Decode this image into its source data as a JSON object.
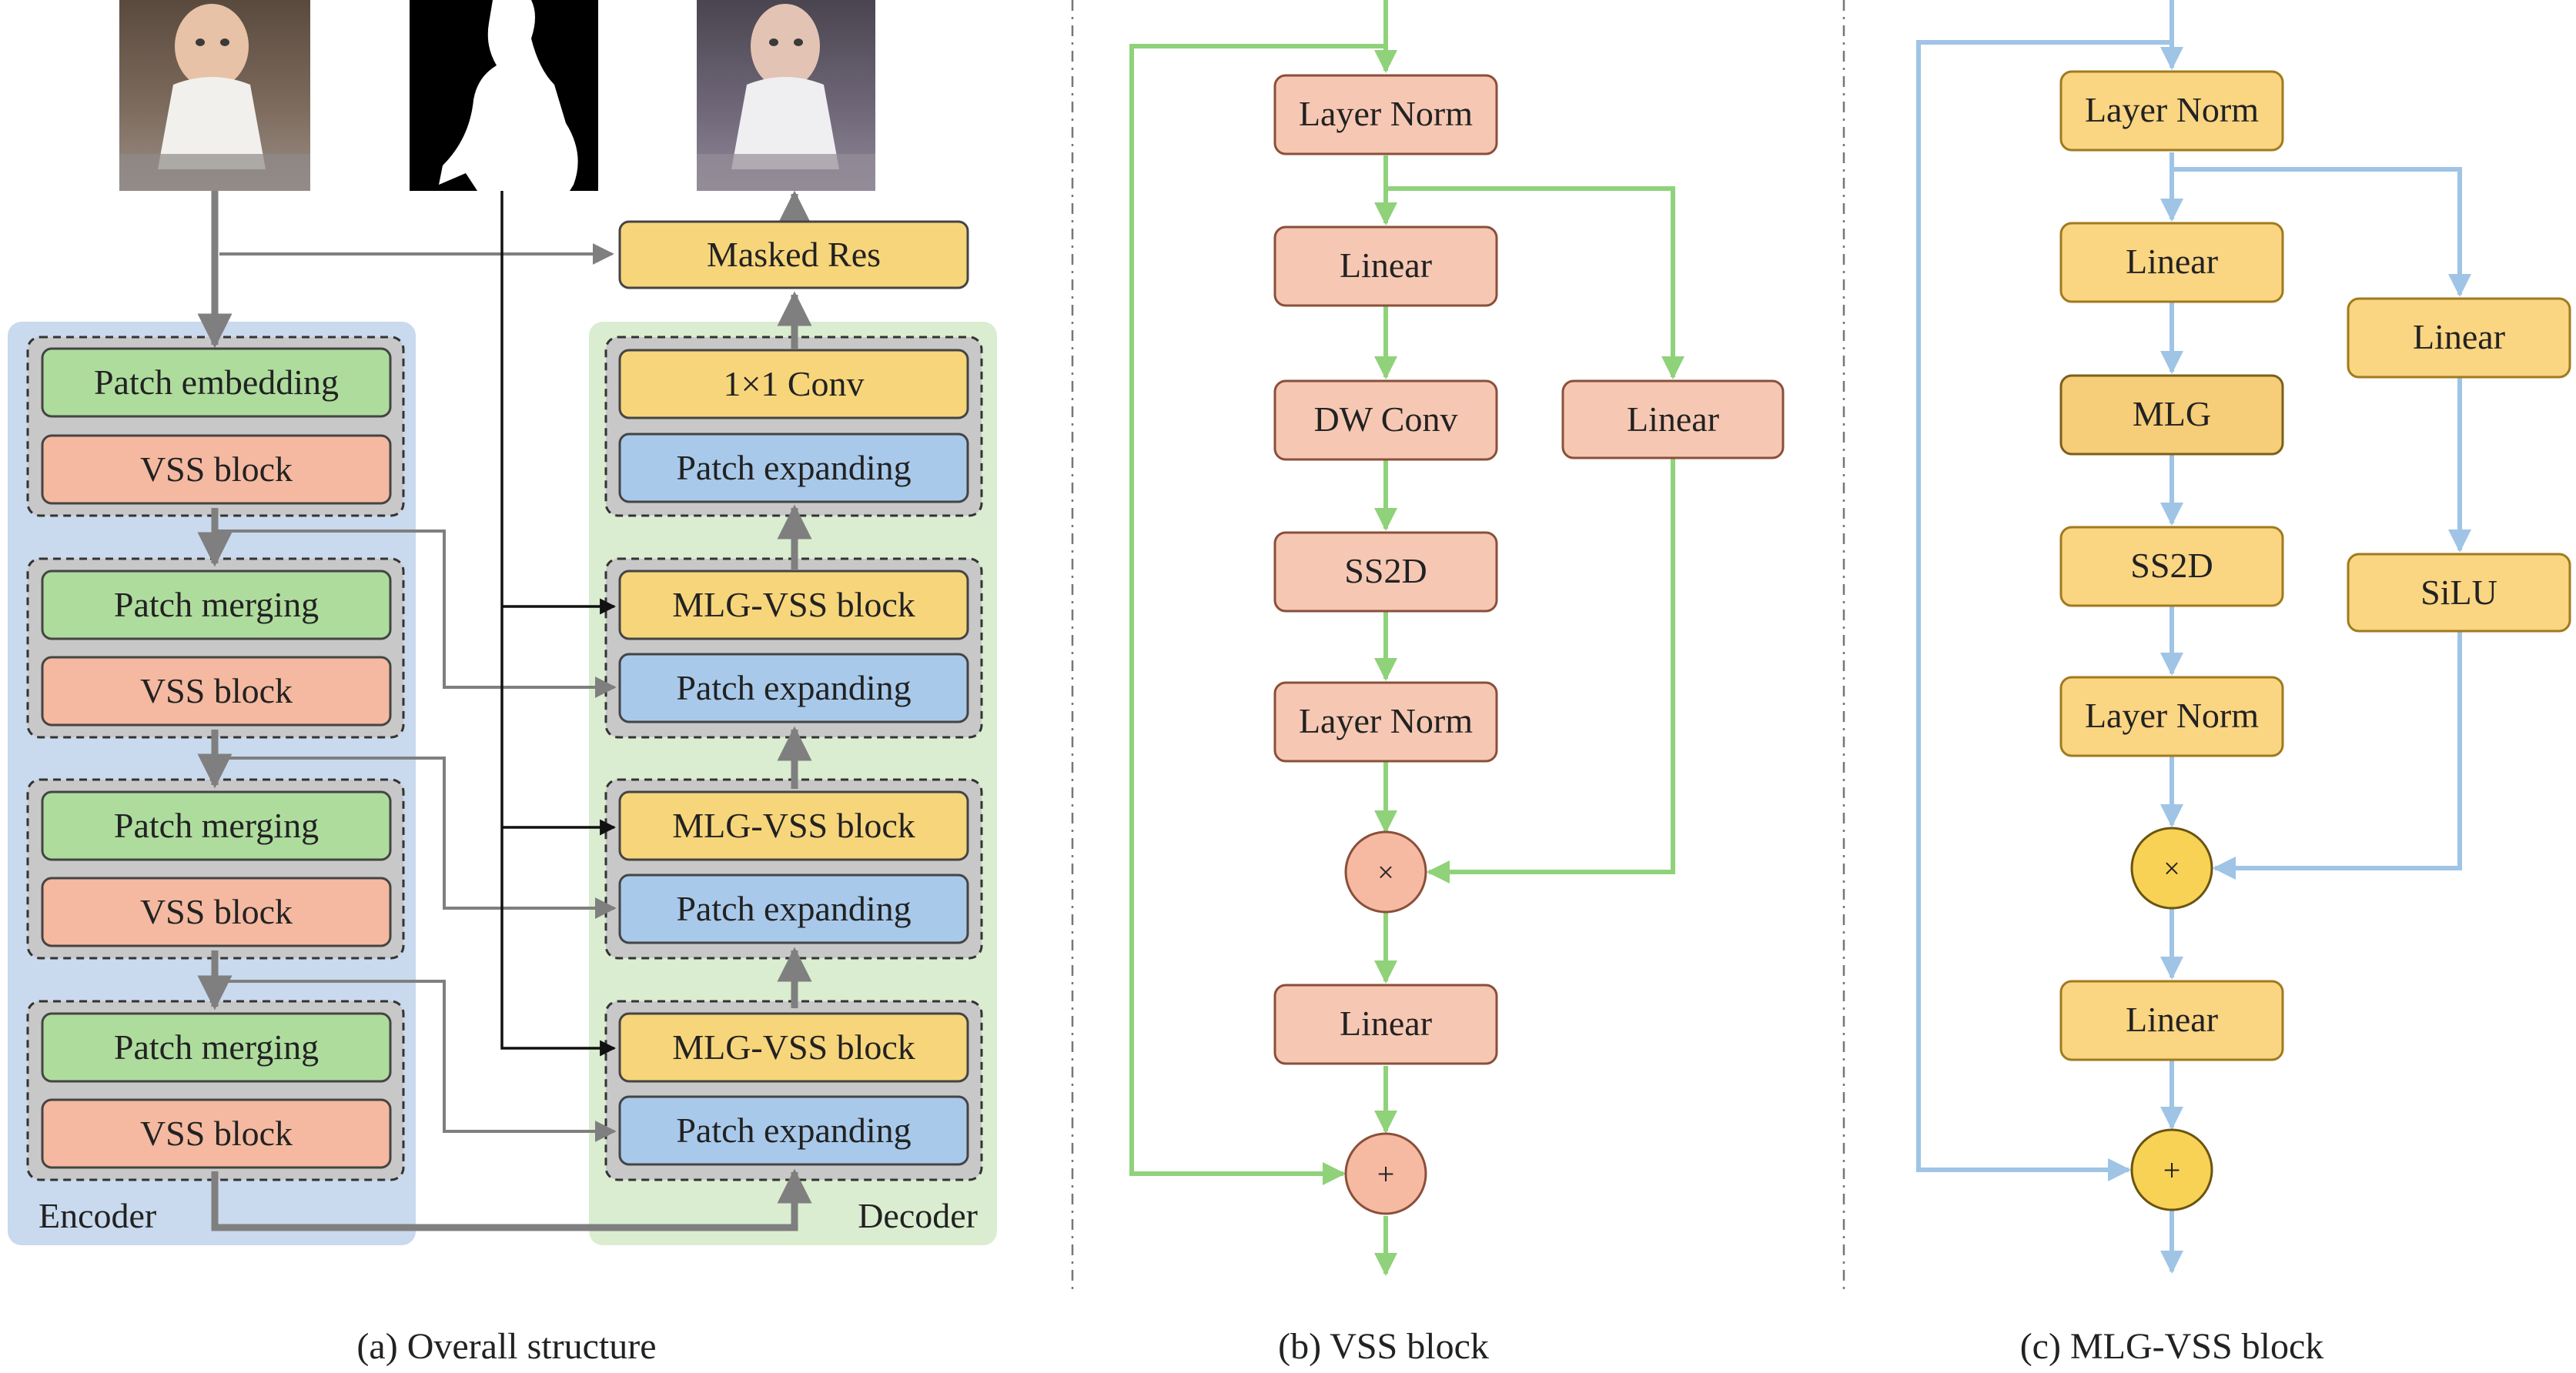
{
  "panels": {
    "overall": {
      "caption": "(a) Overall structure",
      "encoder_label": "Encoder",
      "decoder_label": "Decoder",
      "masked_res": "Masked Res",
      "conv1x1": "1×1 Conv",
      "patch_embedding": "Patch embedding",
      "patch_merging": "Patch merging",
      "vss_block": "VSS block",
      "mlg_vss_block": "MLG-VSS block",
      "patch_expanding": "Patch expanding"
    },
    "vss": {
      "caption": "(b) VSS block",
      "layer_norm_top": "Layer Norm",
      "linear_main": "Linear",
      "dw_conv": "DW Conv",
      "ss2d": "SS2D",
      "layer_norm_bottom": "Layer Norm",
      "linear_side": "Linear",
      "multiply": "×",
      "linear_out": "Linear",
      "add": "+"
    },
    "mlg_vss": {
      "caption": "(c) MLG-VSS block",
      "layer_norm_top": "Layer Norm",
      "linear_main": "Linear",
      "mlg": "MLG",
      "ss2d": "SS2D",
      "layer_norm_bottom": "Layer Norm",
      "linear_side": "Linear",
      "silu": "SiLU",
      "multiply": "×",
      "linear_out": "Linear",
      "add": "+"
    }
  },
  "colors": {
    "encoder_bg": "#c9d9ee",
    "decoder_bg": "#daedd0",
    "group_bg": "#c8c8c8",
    "green_box": "#aedc9d",
    "salmon_box": "#f4b9a0",
    "yellow_box": "#f7d57a",
    "blue_box": "#a8c9ea",
    "vss_box": "#f6c8b3",
    "vss_line": "#8fd27a",
    "mlg_box": "#fad582",
    "mlg_line": "#9fc4e6",
    "gray_arrow": "#7f7f7f"
  }
}
